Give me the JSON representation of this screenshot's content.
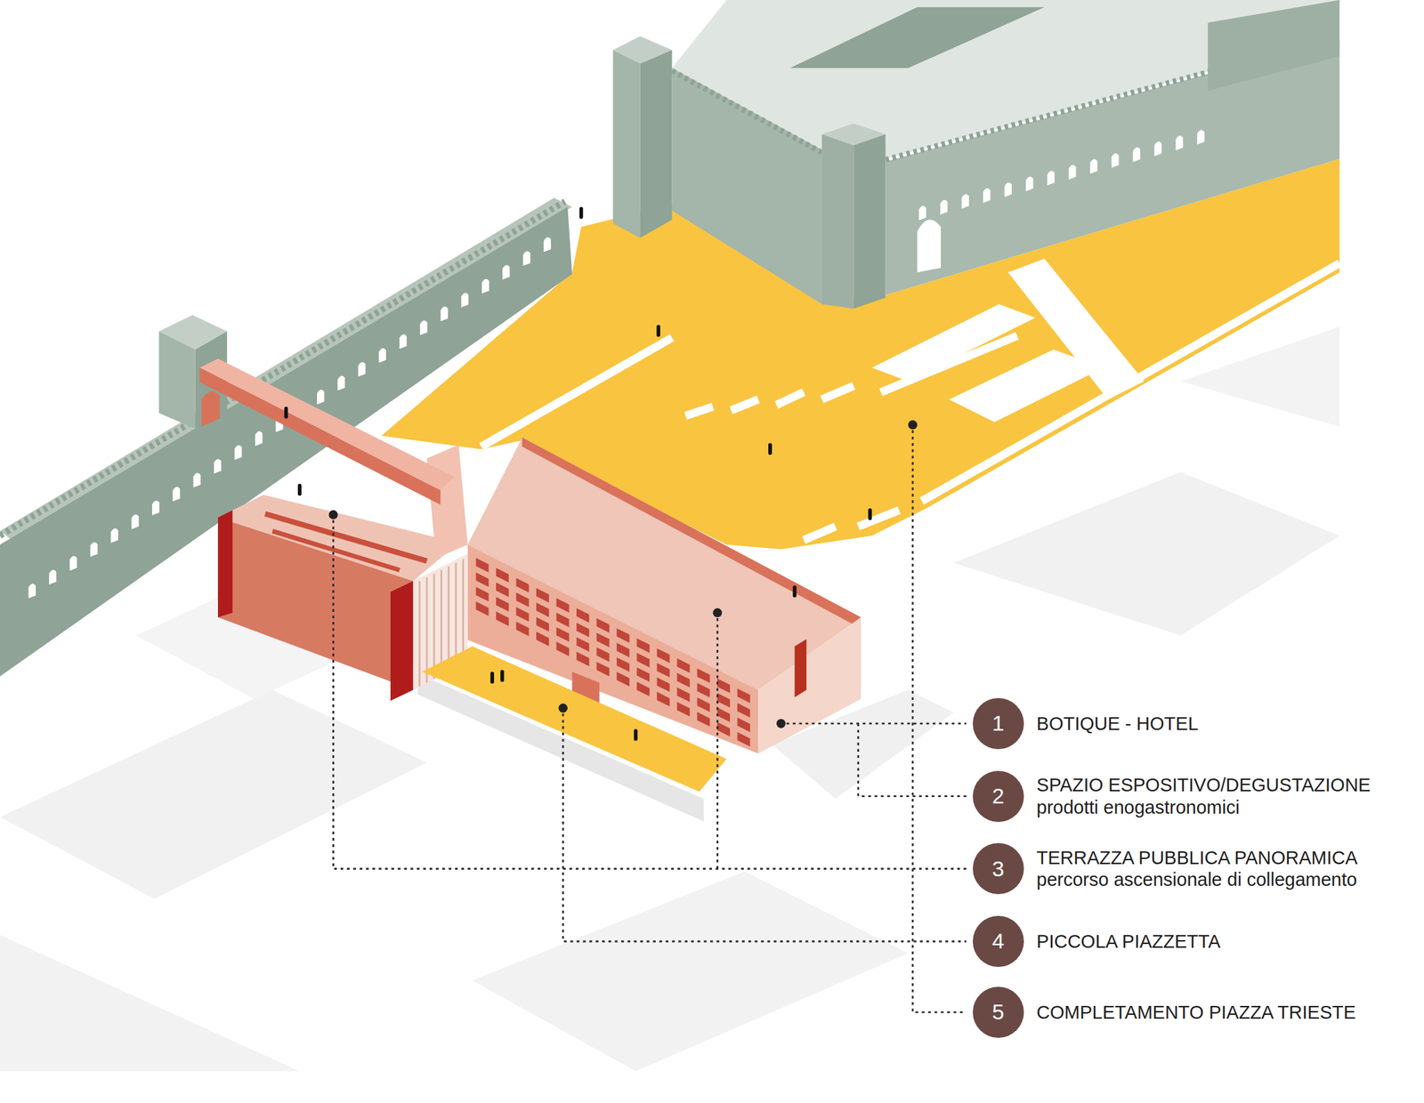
{
  "diagram": {
    "nodes": [
      {
        "text": [
          "1",
          "BOTIQUE - HOTEL"
        ]
      },
      {
        "text": [
          "2",
          "SPAZIO ESPOSITIVO/DEGUSTAZIONE",
          "prodotti enogastronomici"
        ]
      },
      {
        "text": [
          "3",
          "TERRAZZA PUBBLICA PANORAMICA",
          "percorso ascensionale di collegamento"
        ]
      },
      {
        "text": [
          "4",
          "PICCOLA PIAZZETTA"
        ]
      },
      {
        "text": [
          "5",
          "COMPLETAMENTO PIAZZA TRIESTE"
        ]
      }
    ]
  }
}
